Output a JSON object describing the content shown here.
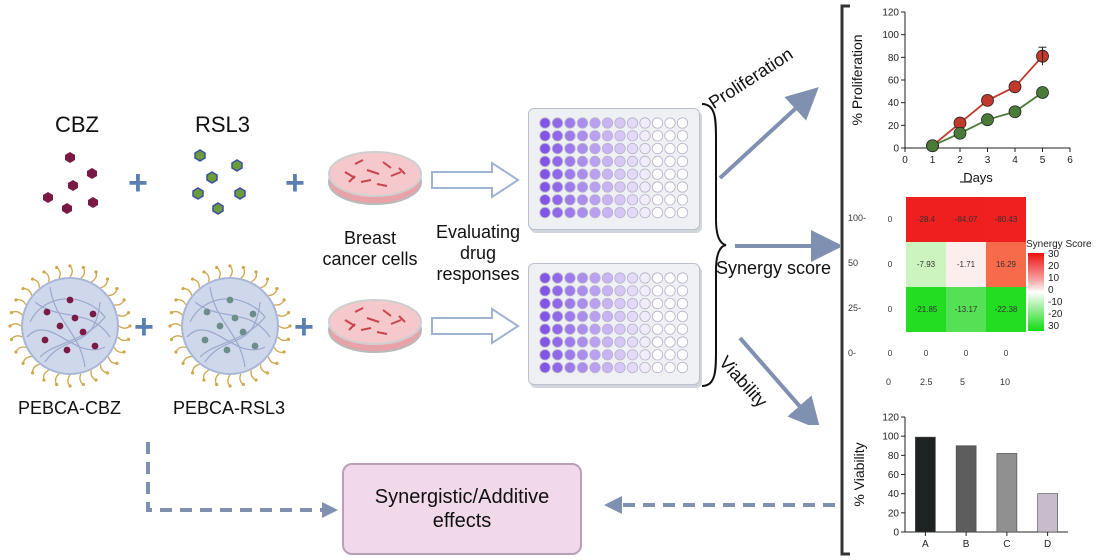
{
  "inputs": {
    "cbz_label": "CBZ",
    "rsl3_label": "RSL3",
    "pebca_cbz_label": "PEBCA-CBZ",
    "pebca_rsl3_label": "PEBCA-RSL3"
  },
  "dish_label": "Breast\ncancer cells",
  "evaluating_label": "Evaluating\ndrug\nresponses",
  "branches": {
    "proliferation": "Proliferation",
    "synergy": "Synergy score",
    "viability": "Viability"
  },
  "output_label": "Synergistic/Additive\neffects",
  "colors": {
    "plus": "#5b7fb0",
    "arrow": "#8090b0",
    "cbz_drug": "#7a1a44",
    "rsl3_drug": "#6e9b3a",
    "output_box": "#f1d9ea"
  },
  "chart_data": [
    {
      "type": "line",
      "xlabel": "Days",
      "ylabel": "% Proliferation",
      "xlim": [
        0,
        6
      ],
      "ylim": [
        0,
        120
      ],
      "xticks": [
        "0",
        "1",
        "2",
        "3",
        "4",
        "5",
        "6"
      ],
      "yticks": [
        "0",
        "20",
        "40",
        "60",
        "80",
        "100",
        "120"
      ],
      "series": [
        {
          "color": "#c0392b",
          "x": [
            1,
            2,
            3,
            4,
            5
          ],
          "values": [
            2,
            22,
            42,
            54,
            81
          ]
        },
        {
          "color": "#4a7b39",
          "x": [
            1,
            2,
            3,
            4,
            5
          ],
          "values": [
            2,
            13,
            25,
            32,
            49
          ]
        }
      ]
    },
    {
      "type": "heatmap",
      "legend_title": "Synergy Score",
      "row_labels": [
        "100-",
        "50",
        "25-",
        "0-"
      ],
      "col_labels": [
        "0",
        "2.5",
        "5",
        "10"
      ],
      "cells": [
        [
          "0",
          "-28.4",
          "-84.07",
          "-80.43"
        ],
        [
          "0",
          "-7.93",
          "-1.71",
          "16.29"
        ],
        [
          "0",
          "-21.85",
          "-13.17",
          "-22.38"
        ],
        [
          "0",
          "0",
          "0",
          "0"
        ]
      ],
      "cell_colors": [
        [
          null,
          "#ee1f1f",
          "#ee1f1f",
          "#ee2020"
        ],
        [
          null,
          "#ccf4bf",
          "#fdeeee",
          "#f76a4a"
        ],
        [
          null,
          "#22dd22",
          "#55e055",
          "#22dd22"
        ]
      ],
      "legend_ticks": [
        "30",
        "20",
        "10",
        "0",
        "-10",
        "-20",
        "30"
      ]
    },
    {
      "type": "bar",
      "ylabel": "% Viability",
      "categories": [
        "A",
        "B",
        "C",
        "D"
      ],
      "values": [
        99,
        90,
        82,
        40
      ],
      "ylim": [
        0,
        120
      ],
      "yticks": [
        "0",
        "20",
        "40",
        "60",
        "80",
        "100",
        "120"
      ],
      "colors": [
        "#1f2222",
        "#5d5d5d",
        "#909090",
        "#c6bccb"
      ]
    }
  ]
}
